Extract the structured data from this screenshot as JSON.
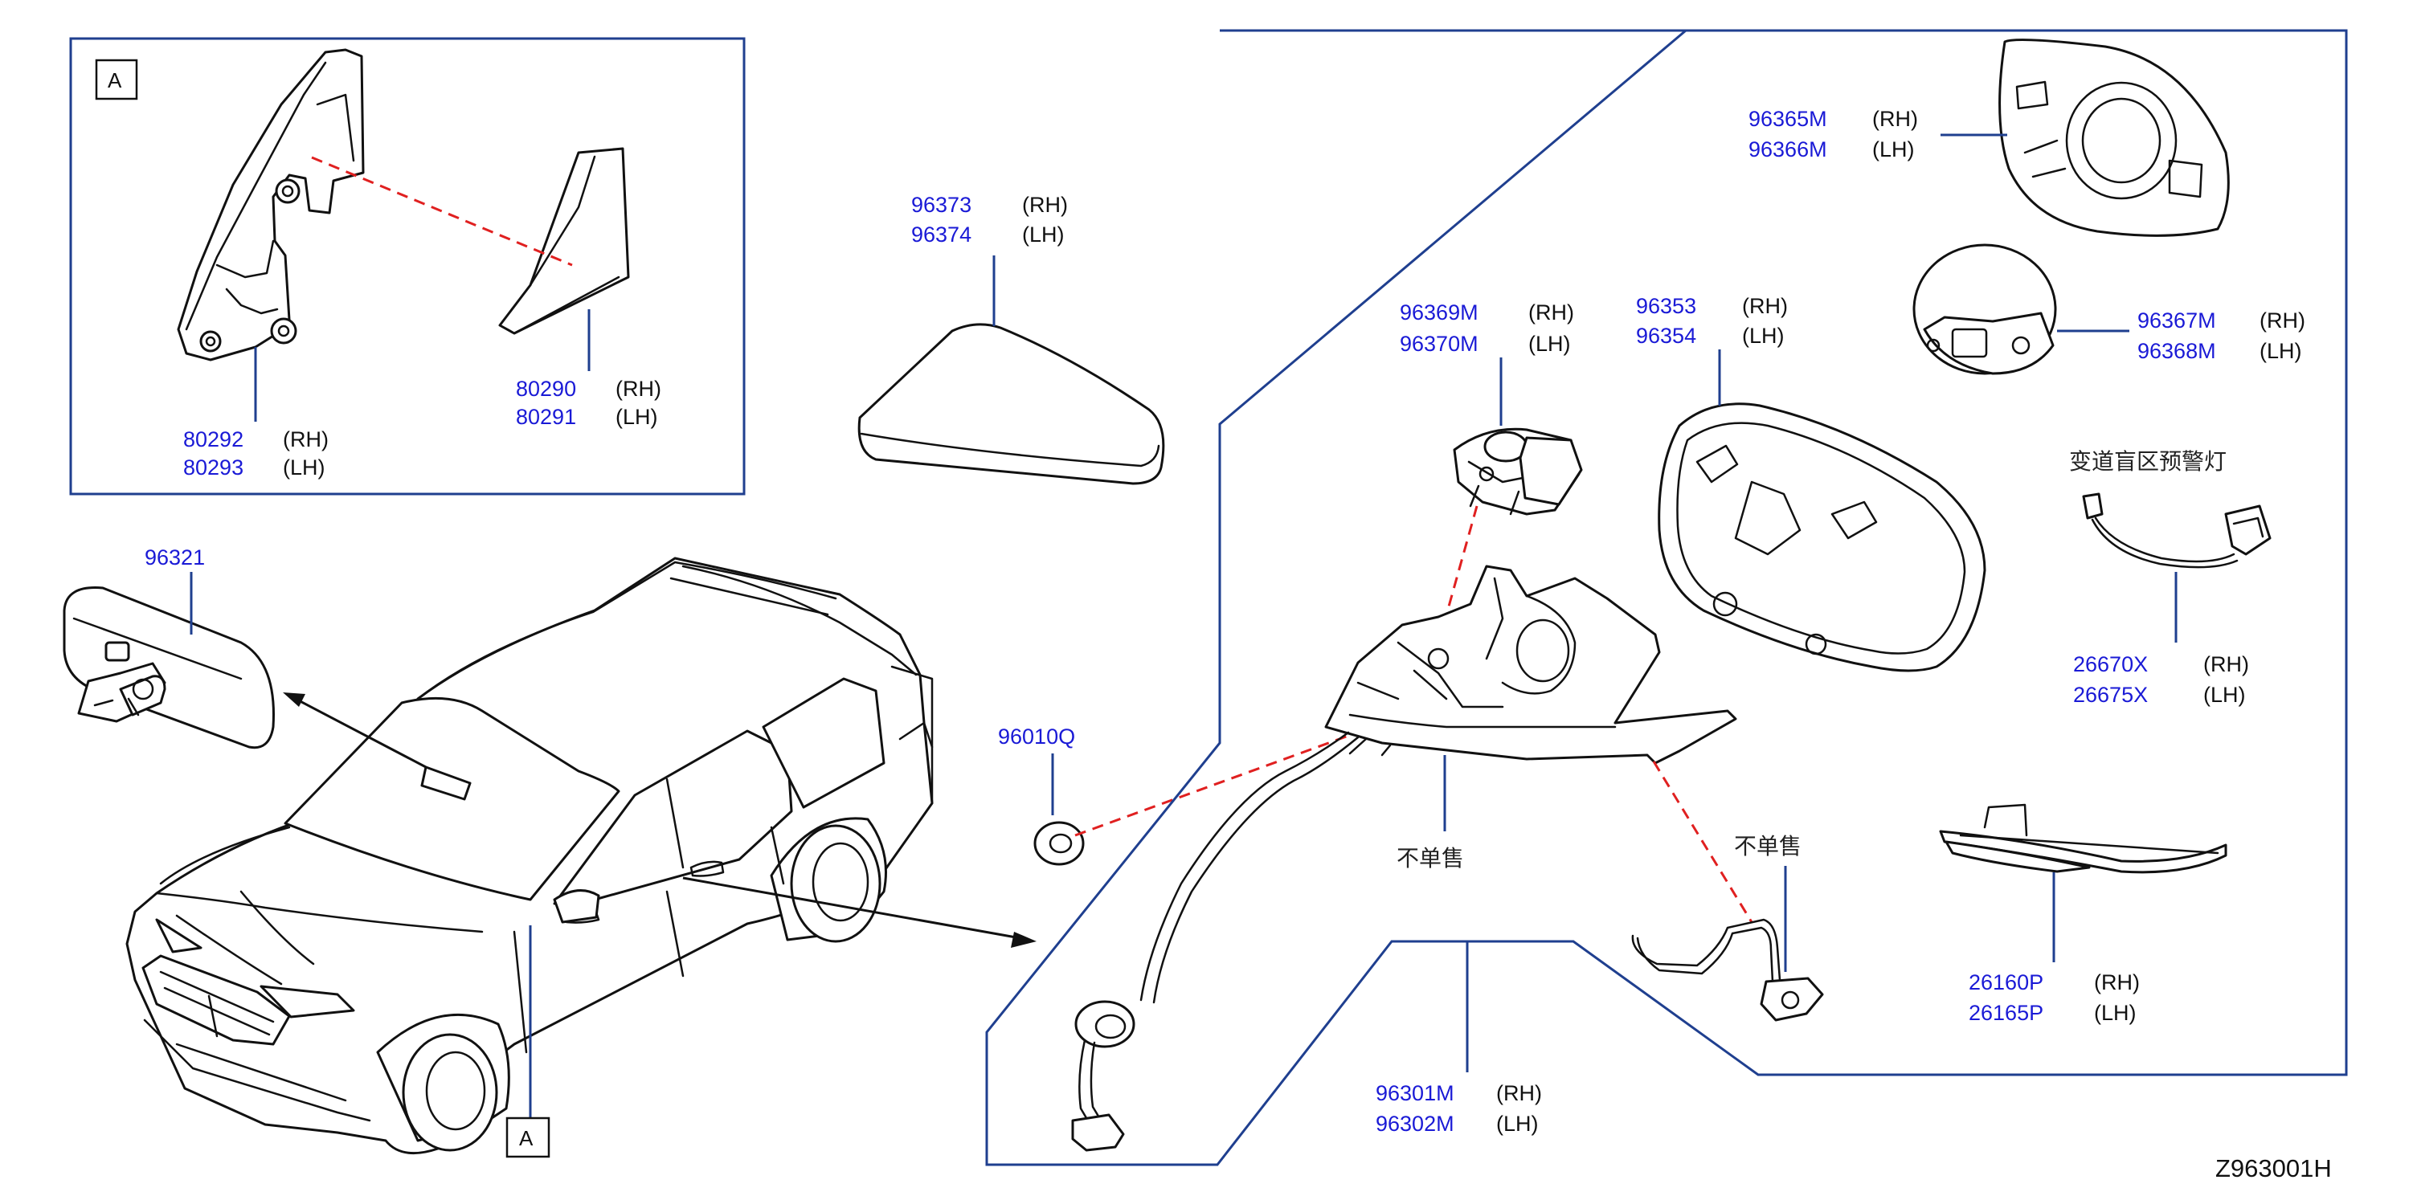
{
  "figure_id": "Z963001H",
  "detail_callout": "A",
  "side_labels": {
    "rh": "(RH)",
    "lh": "(LH)"
  },
  "not_sold_separately": "不单售",
  "parts": {
    "p80292": {
      "rh": "80292",
      "lh": "80293"
    },
    "p80290": {
      "rh": "80290",
      "lh": "80291"
    },
    "p96373": {
      "rh": "96373",
      "lh": "96374"
    },
    "p96321": {
      "number": "96321"
    },
    "p96010Q": {
      "number": "96010Q"
    },
    "p96369M": {
      "rh": "96369M",
      "lh": "96370M"
    },
    "p96353": {
      "rh": "96353",
      "lh": "96354"
    },
    "p96365M": {
      "rh": "96365M",
      "lh": "96366M"
    },
    "p96367M": {
      "rh": "96367M",
      "lh": "96368M"
    },
    "p26670X": {
      "rh": "26670X",
      "lh": "26675X",
      "name": "变道盲区预警灯"
    },
    "p26160P": {
      "rh": "26160P",
      "lh": "26165P"
    },
    "p96301M": {
      "rh": "96301M",
      "lh": "96302M"
    }
  }
}
